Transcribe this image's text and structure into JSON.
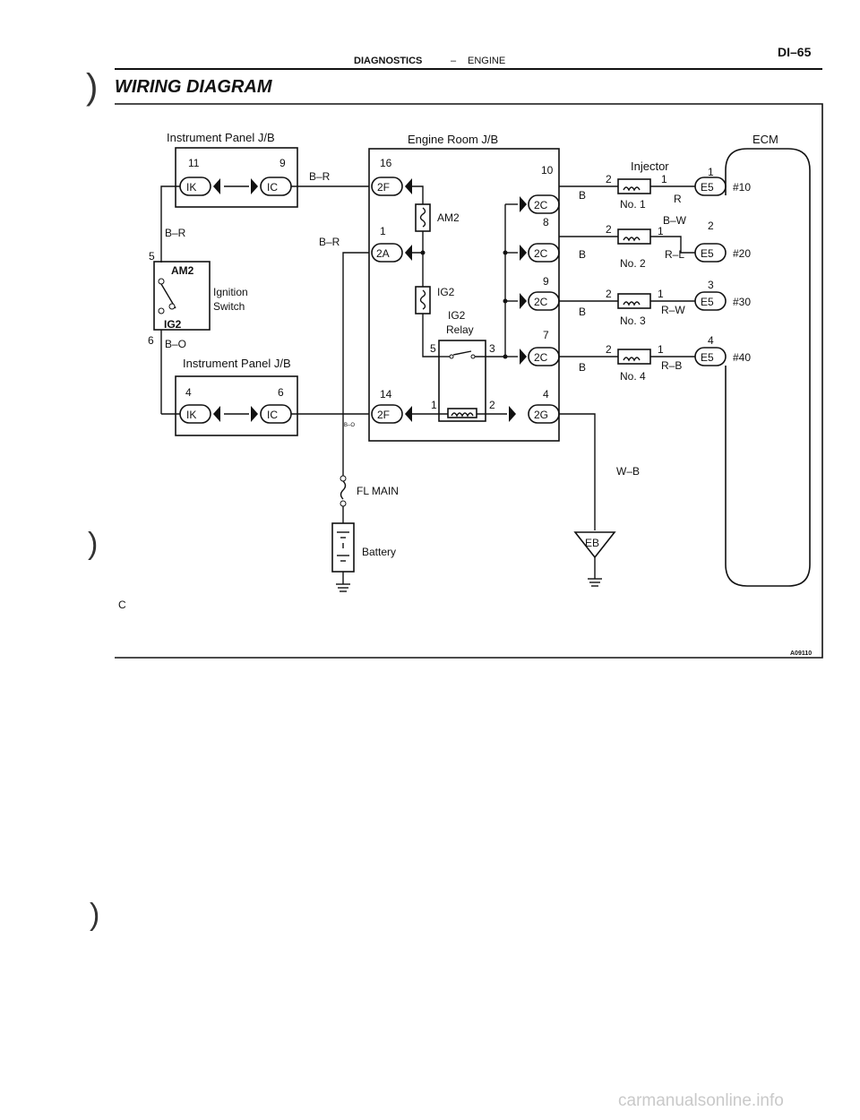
{
  "header": {
    "section": "DIAGNOSTICS",
    "dash": "–",
    "subsection": "ENGINE",
    "page_code": "DI–65"
  },
  "title": "WIRING DIAGRAM",
  "margin_letter": "C",
  "figure_code": "A09110",
  "watermark": "carmanualsonline.info",
  "diagram": {
    "ip_jb_top": {
      "label": "Instrument Panel J/B",
      "pin_left": "11",
      "pin_right": "9",
      "conn_left": "IK",
      "conn_right": "IC"
    },
    "ip_jb_bottom": {
      "label": "Instrument Panel J/B",
      "pin_left": "4",
      "pin_right": "6",
      "conn_left": "IK",
      "conn_right": "IC"
    },
    "ignition_switch": {
      "label_line1": "Ignition",
      "label_line2": "Switch",
      "term_am2": "AM2",
      "term_ig2": "IG2",
      "pin_am2": "5",
      "pin_ig2": "6"
    },
    "wire_colors": {
      "br_1": "B–R",
      "br_2": "B–R",
      "br_3": "B–R",
      "bo_1": "B–O",
      "bo_2": "B–O",
      "wb": "W–B"
    },
    "engine_room_jb": {
      "label": "Engine Room J/B",
      "left_connectors": [
        {
          "pin": "16",
          "conn": "2F"
        },
        {
          "pin": "1",
          "conn": "2A"
        },
        {
          "pin": "14",
          "conn": "2F"
        }
      ],
      "right_connectors": [
        {
          "pin": "10",
          "conn": "2C"
        },
        {
          "pin": "8",
          "conn": "2C"
        },
        {
          "pin": "9",
          "conn": "2C"
        },
        {
          "pin": "7",
          "conn": "2C"
        },
        {
          "pin": "4",
          "conn": "2G"
        }
      ],
      "fuse_am2": "AM2",
      "fuse_ig2": "IG2",
      "relay_line1": "IG2",
      "relay_line2": "Relay",
      "relay_pins": [
        "5",
        "3",
        "1",
        "2"
      ]
    },
    "injectors": {
      "label": "Injector",
      "items": [
        {
          "name": "No. 1",
          "pin_in": "2",
          "pin_out": "1",
          "wire_in": "B",
          "wire_out": "R",
          "ecm_pin": "1",
          "ecm_conn": "E5",
          "ecm_term": "#10"
        },
        {
          "name": "No. 2",
          "pin_in": "2",
          "pin_out": "1",
          "wire_in": "B",
          "wire_out": "R–L",
          "ecm_pin": "2",
          "ecm_conn": "E5",
          "ecm_term": "#20"
        },
        {
          "name": "No. 3",
          "pin_in": "2",
          "pin_out": "1",
          "wire_in": "B",
          "wire_out": "R–W",
          "ecm_pin": "3",
          "ecm_conn": "E5",
          "ecm_term": "#30"
        },
        {
          "name": "No. 4",
          "pin_in": "2",
          "pin_out": "1",
          "wire_in": "B",
          "wire_out": "R–B",
          "ecm_pin": "4",
          "ecm_conn": "E5",
          "ecm_term": "#40"
        }
      ],
      "bw_label": "B–W"
    },
    "ecm_label": "ECM",
    "fl_main": "FL MAIN",
    "battery": "Battery",
    "ground": "EB"
  }
}
